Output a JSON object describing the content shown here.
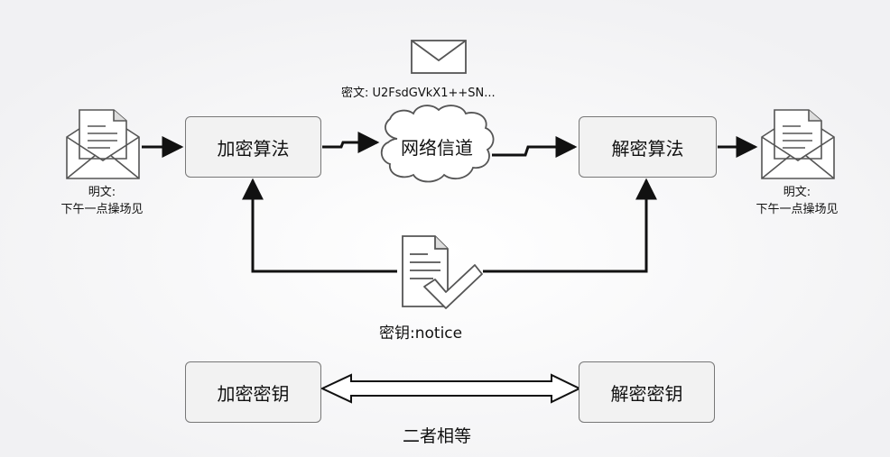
{
  "nodes": {
    "encrypt": "加密算法",
    "channel": "网络信道",
    "decrypt": "解密算法",
    "enc_key": "加密密钥",
    "dec_key": "解密密钥"
  },
  "plaintext_left": {
    "label": "明文:",
    "value": "下午一点操场见"
  },
  "plaintext_right": {
    "label": "明文:",
    "value": "下午一点操场见"
  },
  "ciphertext": "密文: U2FsdGVkX1++SN...",
  "key_label": "密钥:notice",
  "equal_label": "二者相等",
  "icons": [
    "envelope-document-icon",
    "envelope-icon",
    "cloud-icon",
    "document-check-icon",
    "double-arrow-icon"
  ]
}
